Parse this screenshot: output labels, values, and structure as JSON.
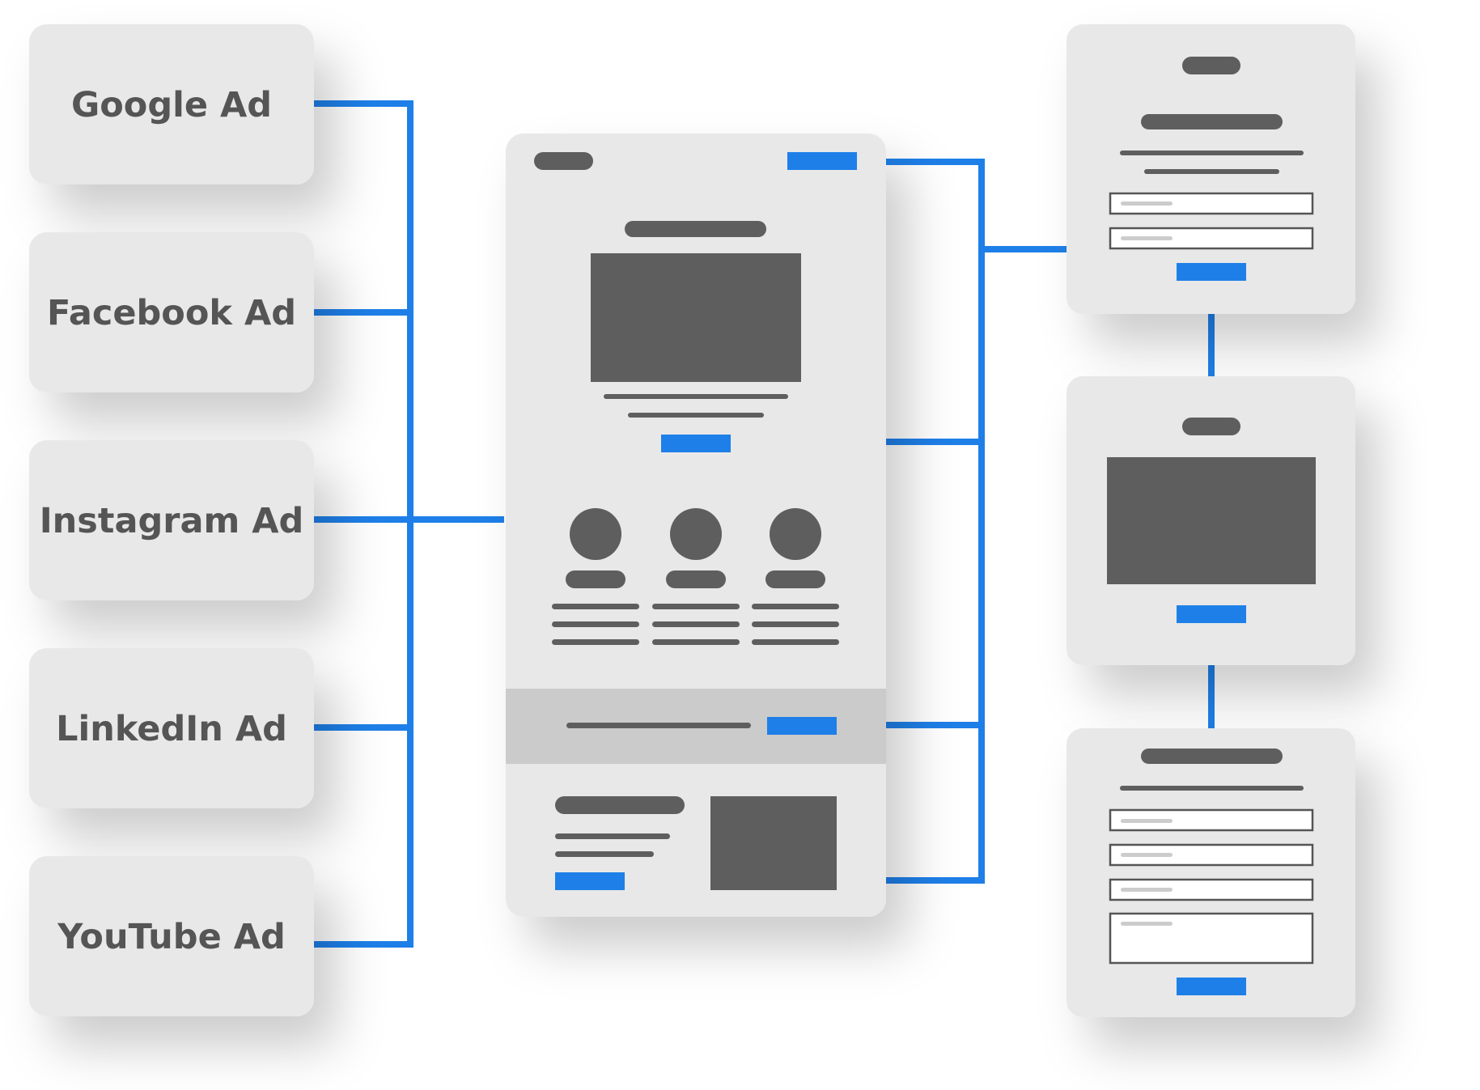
{
  "colors": {
    "connector": "#1e7fe8",
    "card": "#e8e8e8",
    "card_band": "#cbcbcb",
    "placeholder": "#5e5e5e",
    "accent": "#1e7fe8",
    "input_border": "#555555",
    "input_hint": "#cccccc",
    "input_fill": "#ffffff"
  },
  "ad_sources": [
    {
      "id": "google",
      "label": "Google Ad"
    },
    {
      "id": "facebook",
      "label": "Facebook Ad"
    },
    {
      "id": "instagram",
      "label": "Instagram Ad"
    },
    {
      "id": "linkedin",
      "label": "LinkedIn Ad"
    },
    {
      "id": "youtube",
      "label": "YouTube Ad"
    }
  ]
}
